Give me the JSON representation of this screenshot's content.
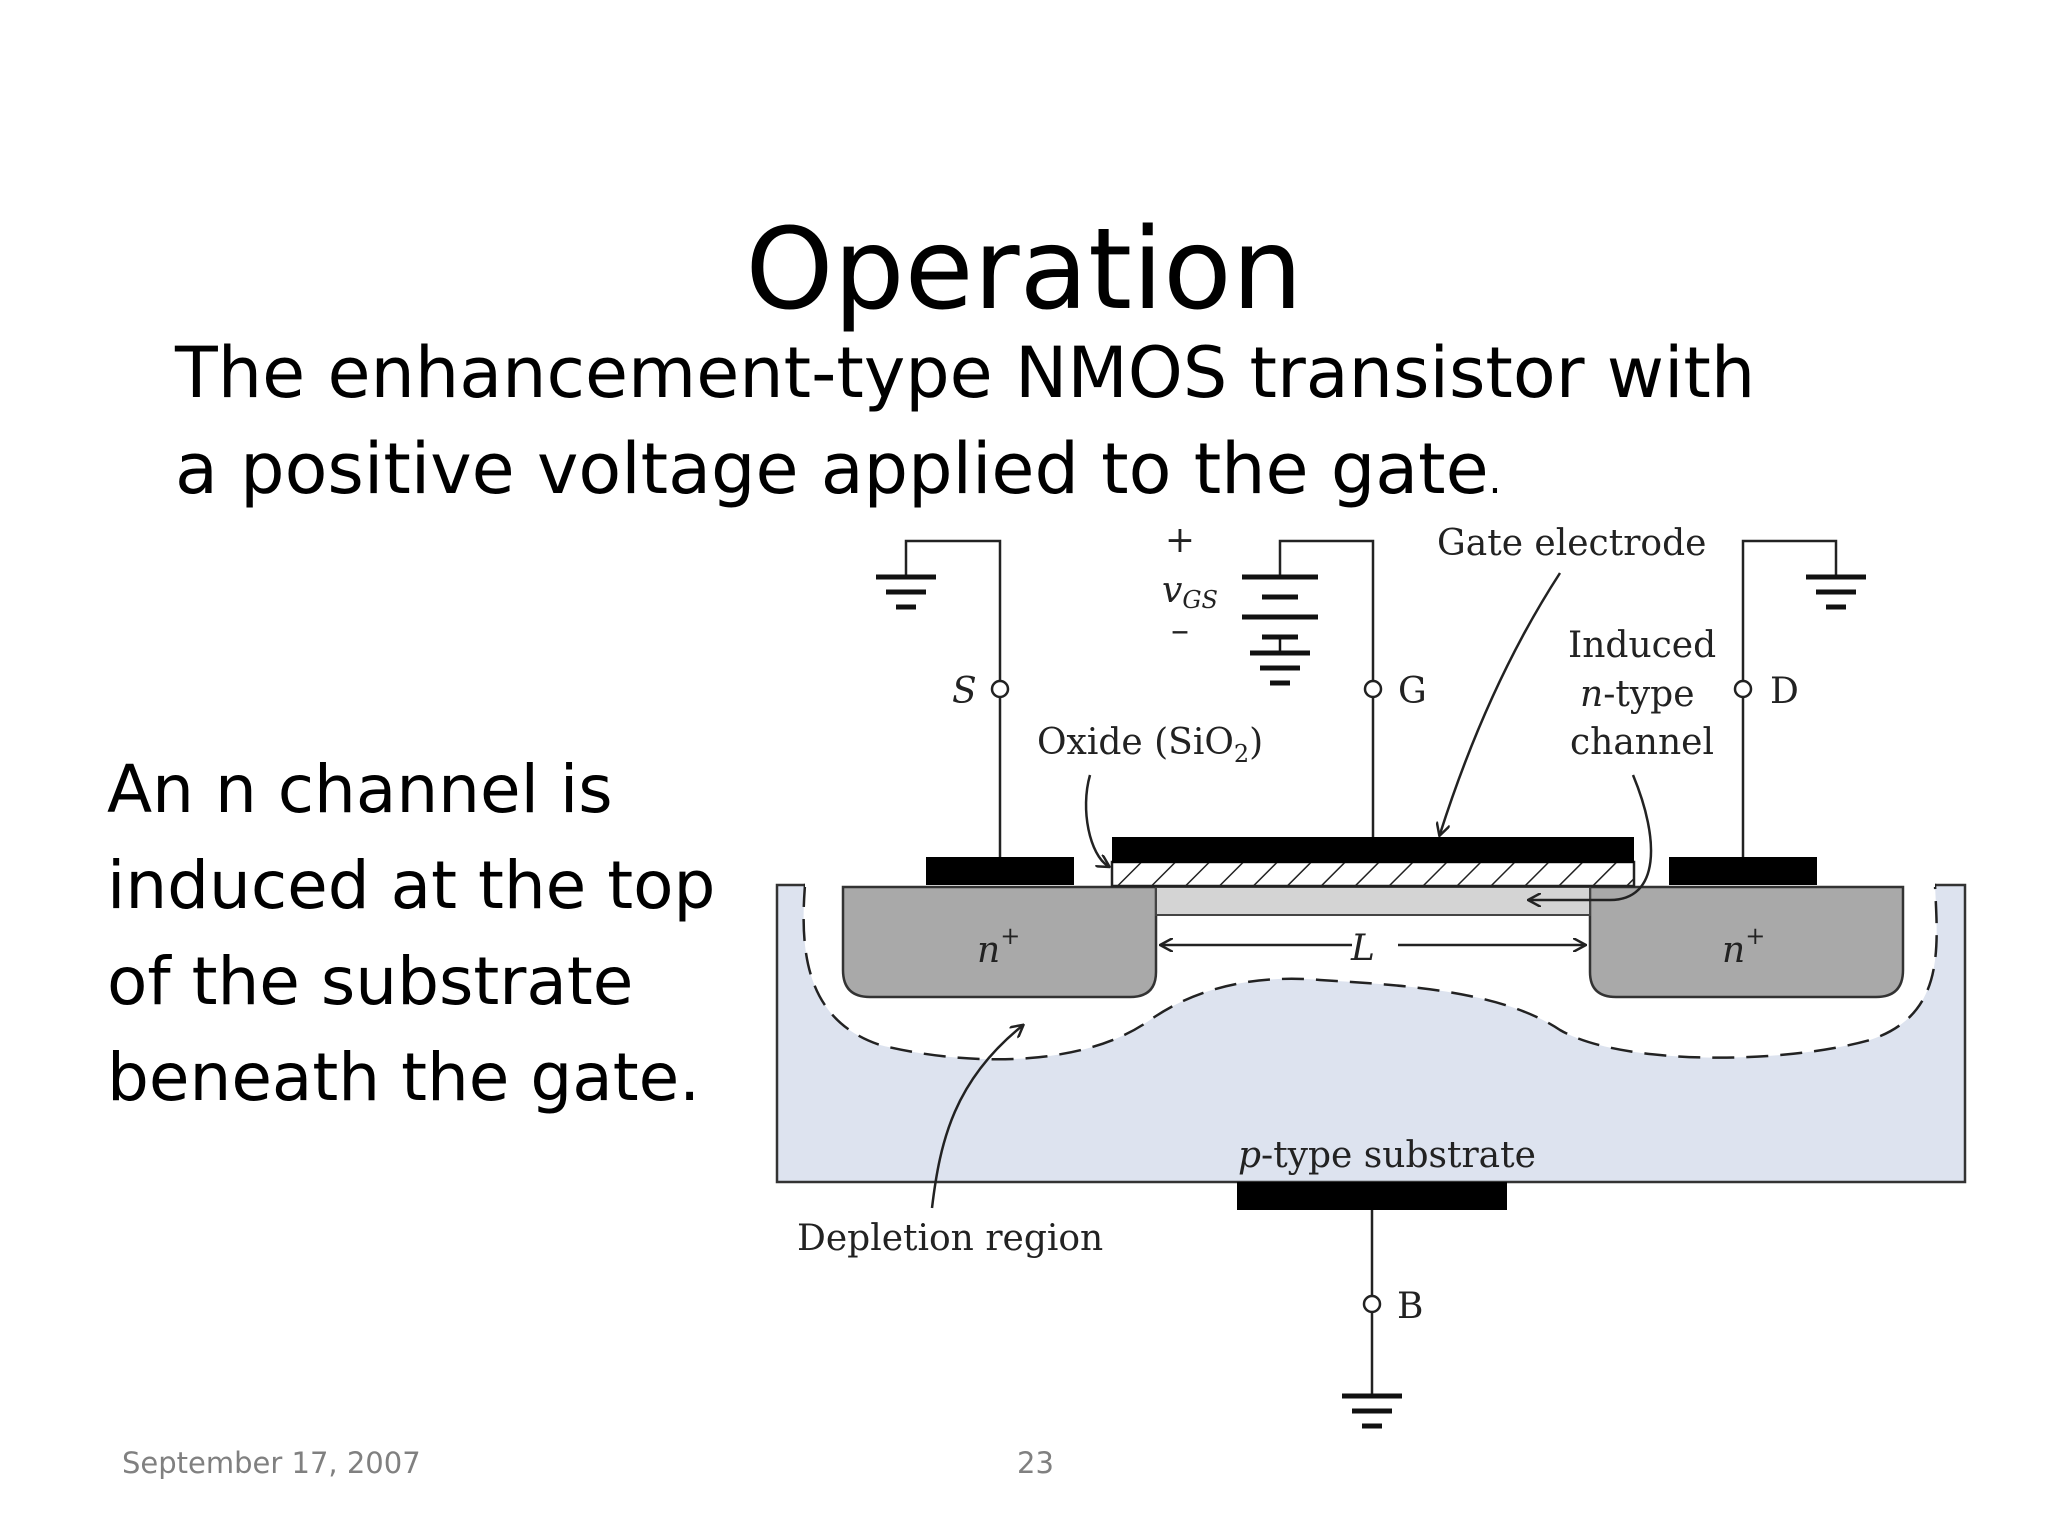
{
  "slide": {
    "title": "Operation",
    "subtitle_main": "The enhancement-type NMOS transistor with a positive voltage applied to the gate",
    "subtitle_period": ".",
    "side_lines": [
      "An n channel is",
      "induced at the top",
      "of the substrate",
      "beneath the gate."
    ],
    "footer_date": "September 17, 2007",
    "footer_page": "23"
  },
  "diagram": {
    "label_gate_electrode": "Gate electrode",
    "label_plus": "+",
    "label_vgs_v": "v",
    "label_vgs_sub": "GS",
    "label_minus": "–",
    "label_source": "S",
    "label_gate": "G",
    "label_drain": "D",
    "label_induced": "Induced",
    "label_ntype_n": "n",
    "label_ntype_rest": "-type",
    "label_channel": "channel",
    "label_oxide": "Oxide (SiO",
    "label_oxide_sub": "2",
    "label_oxide_close": ")",
    "label_nplus_left_n": "n",
    "label_nplus_left_sup": "+",
    "label_length": "L",
    "label_nplus_right_n": "n",
    "label_nplus_right_sup": "+",
    "label_substrate_p": "p",
    "label_substrate_rest": "-type substrate",
    "label_depletion": "Depletion region",
    "label_body": "B",
    "colors": {
      "substrate": "#dde3ef",
      "nplus": "#a9a9a9",
      "channel": "#d4d4d4",
      "metal": "#000000"
    }
  }
}
